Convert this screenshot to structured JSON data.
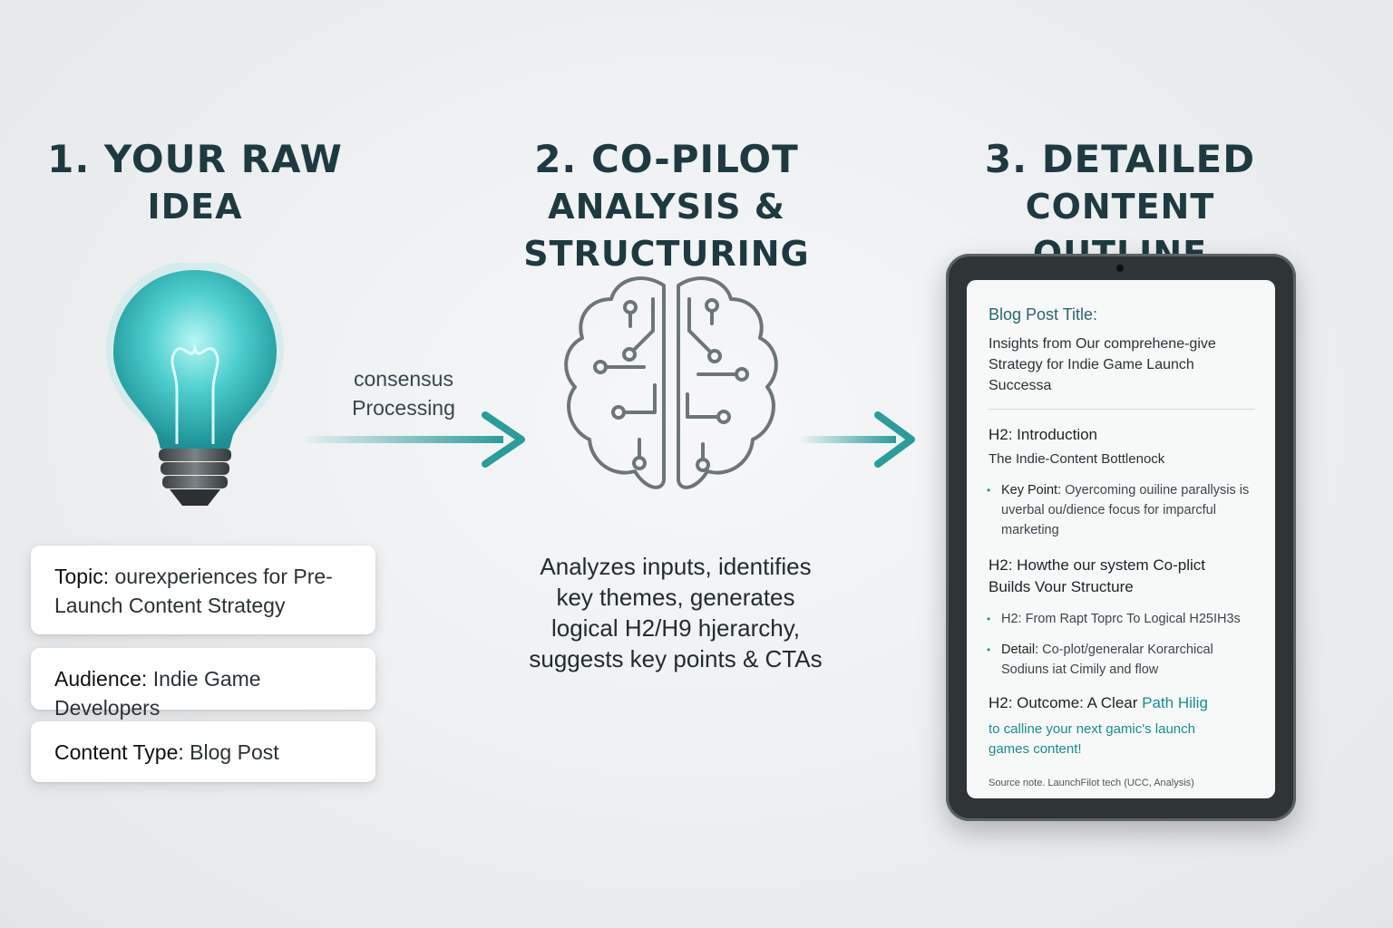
{
  "steps": [
    {
      "line1": "1. YOUR RAW",
      "line2": "IDEA"
    },
    {
      "line1": "2. CO-PILOT",
      "line2": "ANALYSIS & STRUCTURING"
    },
    {
      "line1": "3. DETAILED",
      "line2": "CONTENT OUTLINE"
    }
  ],
  "inputs": [
    {
      "label": "Topic:",
      "value": " ourexperiences for Pre-Launch Content Strategy"
    },
    {
      "label": "Audience:",
      "value": " Indie Game Developers"
    },
    {
      "label": "Content Type:",
      "value": " Blog Post"
    }
  ],
  "arrow_label": {
    "line1": "consensus",
    "line2": "Processing"
  },
  "analysis_lines": [
    "Analyzes inputs, identifies",
    "key themes, generates",
    "logical H2/H9 hjerarchy,",
    "suggests key points & CTAs"
  ],
  "outline": {
    "title_label": "Blog Post Title:",
    "title_lines": [
      "Insights from Our comprehene-give",
      "Strategy for Indie Game Launch",
      "Successa"
    ],
    "sec1_h2": "H2: Introduction",
    "sec1_sub": "The Indie-Content Bottlenock",
    "sec1_bullet_label": "Key Point:",
    "sec1_bullet_text": " Oyercoming ouiline parallysis is uverbal ou/dience focus for imparcful marketing",
    "sec2_h2_line1": "H2:  Howthe our system Co-plict",
    "sec2_h2_line2": "Builds Vour Structure",
    "sec2_bullet1": "H2: From Rapt Toprc To Logical H25IH3s",
    "sec2_bullet2_label": "Detail:",
    "sec2_bullet2_text": " Co-plot/generalar Korarchical Sodiuns iat Cimily and flow",
    "sec3_h2_prefix": "H2: Outcome: A Clear ",
    "sec3_h2_teal": "Path Hilig",
    "sec3_cta_lines": [
      "to calline your next gamic's launch",
      "games content!"
    ],
    "source_note": "Source note. LaunchFilot tech (UCC, Analysis)"
  },
  "colors": {
    "accent": "#2a9d9a",
    "title": "#1e3a40",
    "bulb": "#3fc4c4"
  },
  "icons": [
    "lightbulb-icon",
    "brain-circuit-icon",
    "arrow-right-icon",
    "tablet-device"
  ]
}
